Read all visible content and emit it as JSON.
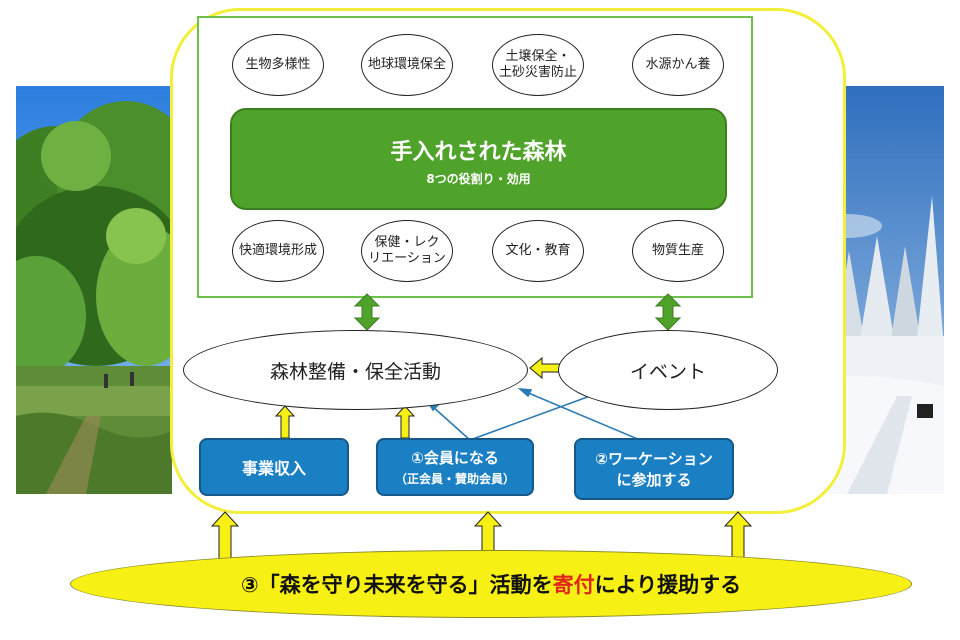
{
  "forest": {
    "title": "手入れされた森林",
    "subtitle": "8つの役割り・効用"
  },
  "roles_top": [
    "生物多様性",
    "地球環境保全",
    "土壌保全・\n土砂災害防止",
    "水源かん養"
  ],
  "roles_bottom": [
    "快適環境形成",
    "保健・レク\nリエーション",
    "文化・教育",
    "物質生産"
  ],
  "activity": "森林整備・保全活動",
  "event": "イベント",
  "sources": {
    "business": "事業収入",
    "member_line1": "①会員になる",
    "member_line2": "（正会員・賛助会員）",
    "workation_line1": "②ワーケーション",
    "workation_line2": "に参加する"
  },
  "donation": {
    "before": "③「森を守り未来を守る」活動を",
    "highlight": "寄付",
    "after": "により援助する",
    "highlight_color": "#e0261b"
  },
  "colors": {
    "forest_green": "#4fa32b",
    "arrow_green": "#4fa32b",
    "box_blue": "#1b7fc4",
    "yellow": "#f6f014",
    "arrow_blue": "#2a7ab5"
  },
  "photos": {
    "left": "summer-forest-photo",
    "right": "snowy-forest-photo"
  }
}
